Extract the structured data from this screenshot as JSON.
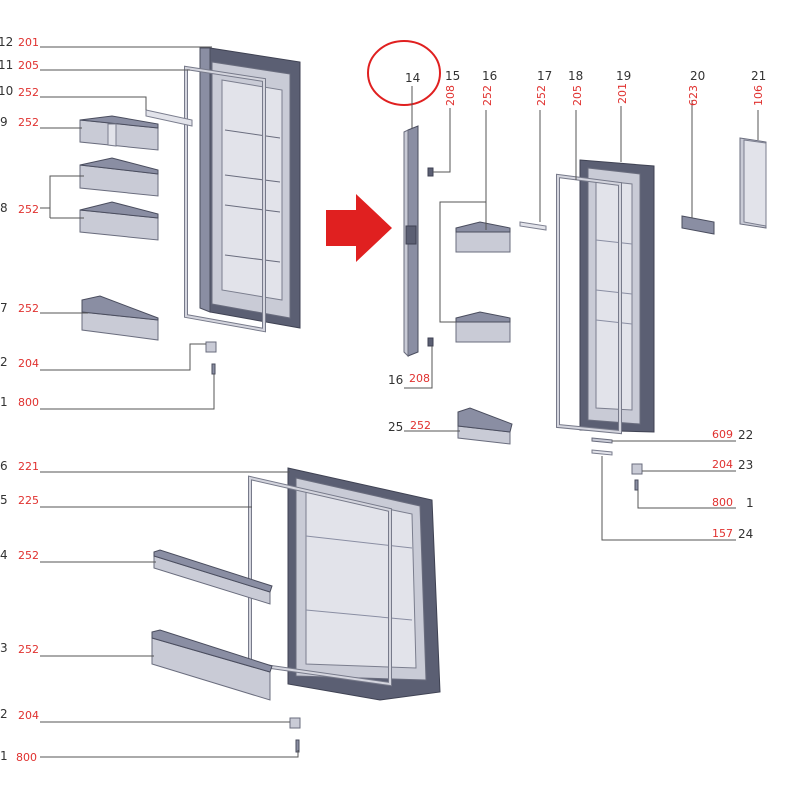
{
  "diagram": {
    "highlight_color": "#e02020",
    "code_color": "#e0312f",
    "arrow_icon": "red-right-arrow-icon",
    "callouts": [
      {
        "id": "c12",
        "number": "12",
        "code": "201"
      },
      {
        "id": "c11",
        "number": "11",
        "code": "205"
      },
      {
        "id": "c10",
        "number": "10",
        "code": "252"
      },
      {
        "id": "c9",
        "number": "9",
        "code": "252"
      },
      {
        "id": "c8",
        "number": "8",
        "code": "252"
      },
      {
        "id": "c7",
        "number": "7",
        "code": "252"
      },
      {
        "id": "c2a",
        "number": "2",
        "code": "204"
      },
      {
        "id": "c1a",
        "number": "1",
        "code": "800"
      },
      {
        "id": "c6",
        "number": "6",
        "code": "221"
      },
      {
        "id": "c5",
        "number": "5",
        "code": "225"
      },
      {
        "id": "c4",
        "number": "4",
        "code": "252"
      },
      {
        "id": "c3",
        "number": "3",
        "code": "252"
      },
      {
        "id": "c2b",
        "number": "2",
        "code": "204"
      },
      {
        "id": "c1b",
        "number": "1",
        "code": "800"
      },
      {
        "id": "c14",
        "number": "14",
        "code": ""
      },
      {
        "id": "c15",
        "number": "15",
        "code": "208"
      },
      {
        "id": "c16t",
        "number": "16",
        "code": "252"
      },
      {
        "id": "c17",
        "number": "17",
        "code": "252"
      },
      {
        "id": "c18",
        "number": "18",
        "code": "205"
      },
      {
        "id": "c19",
        "number": "19",
        "code": "201"
      },
      {
        "id": "c20",
        "number": "20",
        "code": "623"
      },
      {
        "id": "c21",
        "number": "21",
        "code": "106"
      },
      {
        "id": "c16b",
        "number": "16",
        "code": "208"
      },
      {
        "id": "c25",
        "number": "25",
        "code": "252"
      },
      {
        "id": "c22",
        "number": "22",
        "code": "609"
      },
      {
        "id": "c23",
        "number": "23",
        "code": "204"
      },
      {
        "id": "c1c",
        "number": "1",
        "code": "800"
      },
      {
        "id": "c24",
        "number": "24",
        "code": "157"
      }
    ]
  }
}
